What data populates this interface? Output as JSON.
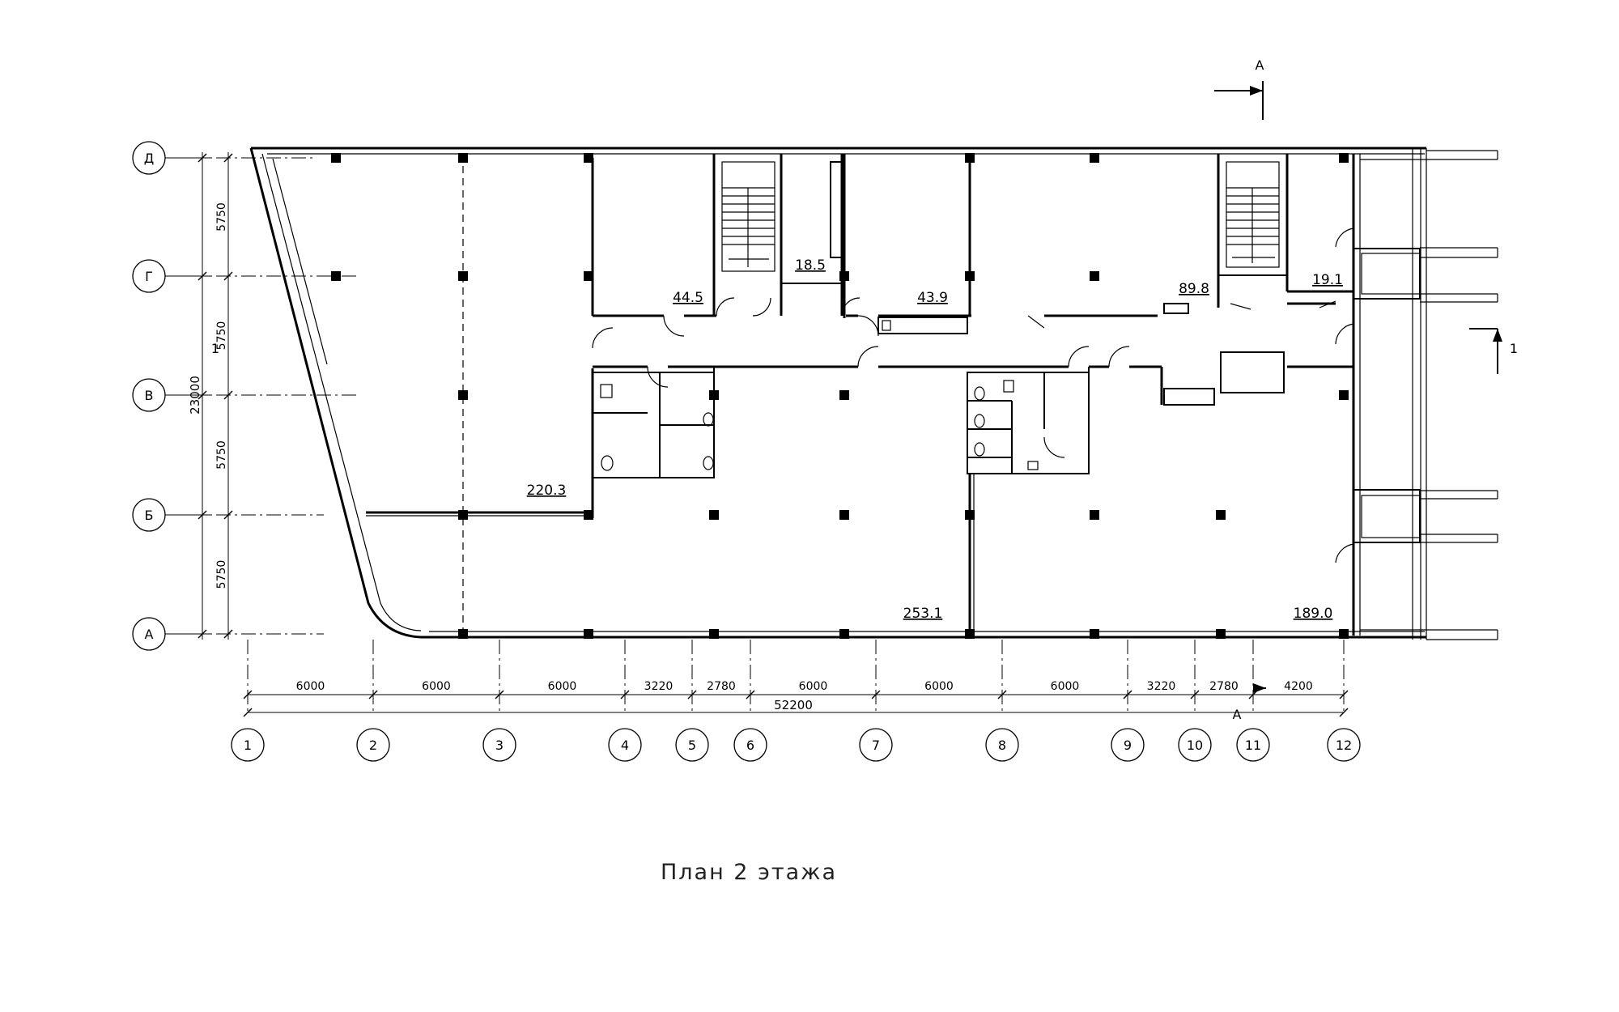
{
  "title": "План 2 этажа",
  "rows": [
    "Д",
    "Г",
    "В",
    "Б",
    "А"
  ],
  "columns": [
    "1",
    "2",
    "3",
    "4",
    "5",
    "6",
    "7",
    "8",
    "9",
    "10",
    "11",
    "12"
  ],
  "bay_dimensions": [
    "6000",
    "6000",
    "6000",
    "3220",
    "2780",
    "6000",
    "6000",
    "6000",
    "3220",
    "2780",
    "4200"
  ],
  "total_length": "52200",
  "row_dimensions": [
    "5750",
    "5750",
    "5750",
    "5750"
  ],
  "total_height": "23000",
  "section_a": "А",
  "section_1": "1",
  "areas": [
    {
      "label": "220.3"
    },
    {
      "label": "253.1"
    },
    {
      "label": "44.5"
    },
    {
      "label": "18.5"
    },
    {
      "label": "43.9"
    },
    {
      "label": "89.8"
    },
    {
      "label": "19.1"
    },
    {
      "label": "189.0"
    }
  ]
}
